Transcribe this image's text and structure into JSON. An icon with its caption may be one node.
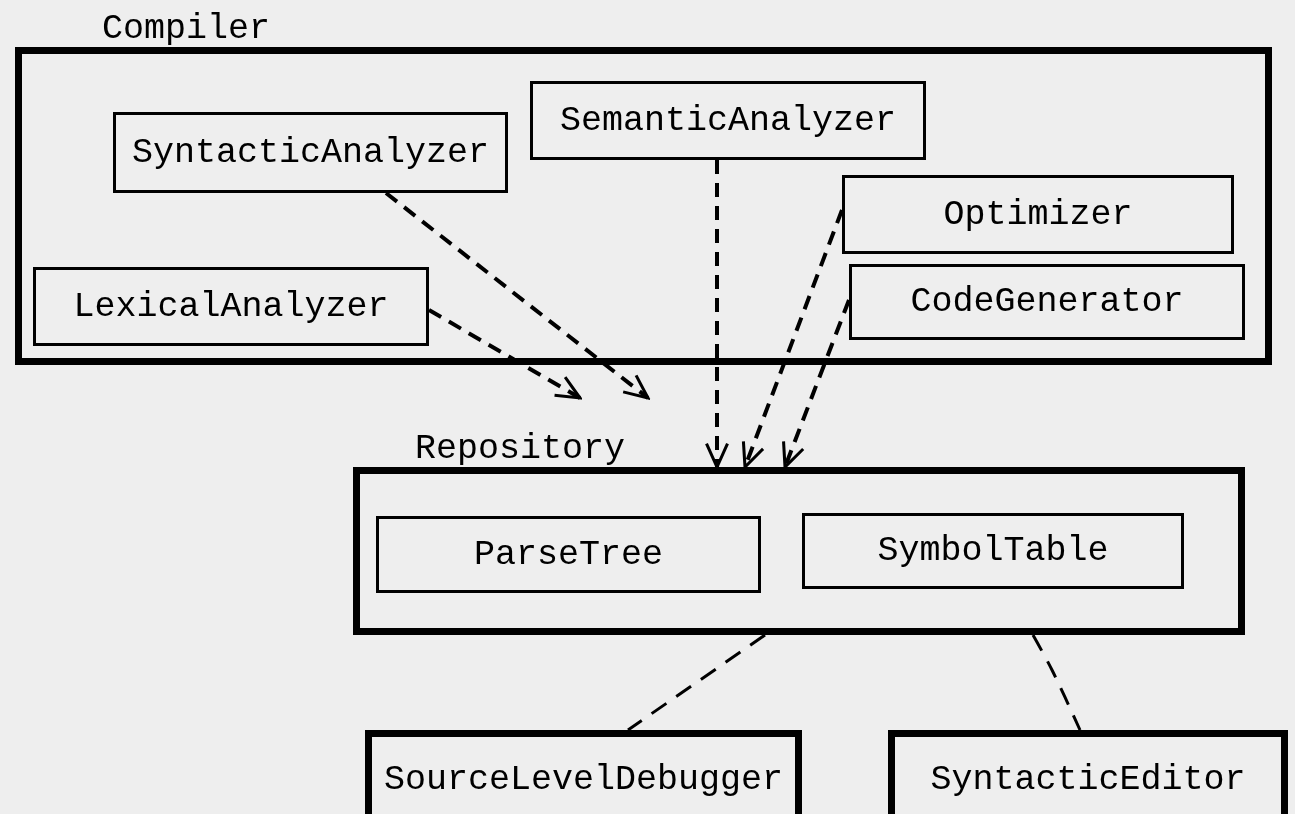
{
  "diagram": {
    "nodes": [
      {
        "text": [
          "Compiler"
        ]
      },
      {
        "text": [
          "SyntacticAnalyzer"
        ],
        "in": 0
      },
      {
        "text": [
          "SemanticAnalyzer"
        ],
        "in": 0
      },
      {
        "text": [
          "Optimizer"
        ],
        "in": 0
      },
      {
        "text": [
          "LexicalAnalyzer"
        ],
        "in": 0
      },
      {
        "text": [
          "CodeGenerator"
        ],
        "in": 0
      },
      {
        "text": [
          "Repository"
        ]
      },
      {
        "text": [
          "ParseTree"
        ],
        "in": 6
      },
      {
        "text": [
          "SymbolTable"
        ],
        "in": 6
      },
      {
        "text": [
          "SourceLevelDebugger"
        ]
      },
      {
        "text": [
          "SyntacticEditor"
        ]
      }
    ],
    "edges": [
      {
        "from": 4,
        "to": 6,
        "arrow": "to",
        "style": "dashed"
      },
      {
        "from": 1,
        "to": 6,
        "arrow": "to",
        "style": "dashed"
      },
      {
        "from": 2,
        "to": 6,
        "arrow": "to",
        "style": "dashed"
      },
      {
        "from": 3,
        "to": 6,
        "arrow": "to",
        "style": "dashed"
      },
      {
        "from": 5,
        "to": 6,
        "arrow": "to",
        "style": "dashed"
      },
      {
        "from": 6,
        "to": 9,
        "arrow": "none",
        "style": "dashed"
      },
      {
        "from": 6,
        "to": 10,
        "arrow": "none",
        "style": "dashed"
      }
    ]
  }
}
